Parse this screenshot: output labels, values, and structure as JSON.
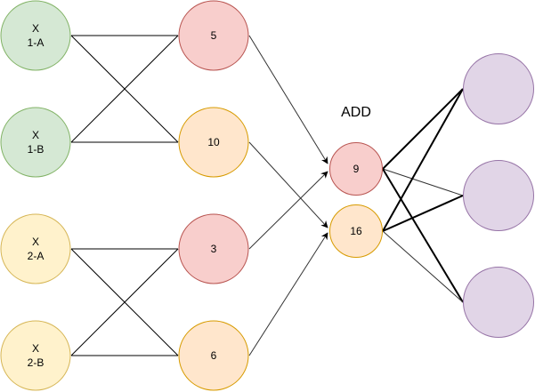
{
  "caption": "ADD",
  "colors": {
    "green_fill": "#d5e8d4",
    "green_stroke": "#82b366",
    "yellow_fill": "#fff2cc",
    "yellow_stroke": "#d6b656",
    "red_fill": "#f8cecc",
    "red_stroke": "#b85450",
    "orange_fill": "#ffe6cc",
    "orange_stroke": "#d79b00",
    "purple_fill": "#e1d5e7",
    "purple_stroke": "#9673a6",
    "edge": "#000000",
    "edge_thin": "#333333"
  },
  "nodes": {
    "x1a": {
      "line1": "X",
      "line2": "1-A"
    },
    "x1b": {
      "line1": "X",
      "line2": "1-B"
    },
    "x2a": {
      "line1": "X",
      "line2": "2-A"
    },
    "x2b": {
      "line1": "X",
      "line2": "2-B"
    },
    "h5": {
      "label": "5"
    },
    "h10": {
      "label": "10"
    },
    "h3": {
      "label": "3"
    },
    "h6": {
      "label": "6"
    },
    "add9": {
      "label": "9"
    },
    "add16": {
      "label": "16"
    },
    "out1": {
      "label": ""
    },
    "out2": {
      "label": ""
    },
    "out3": {
      "label": ""
    }
  }
}
